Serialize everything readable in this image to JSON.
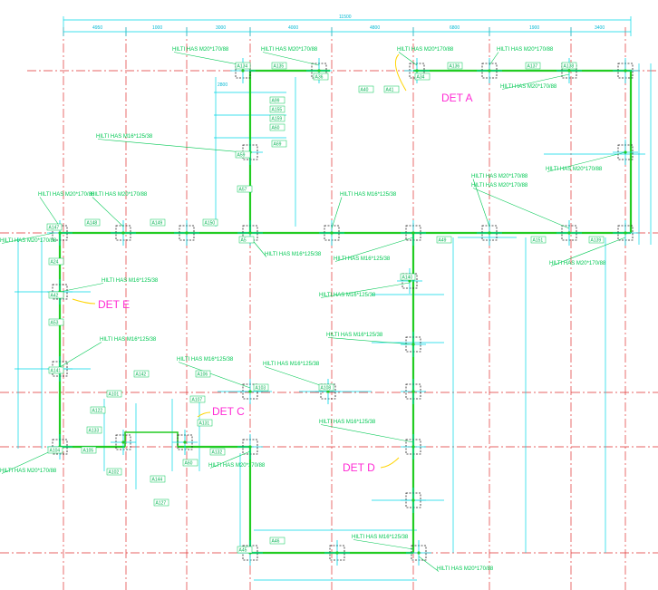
{
  "drawing": {
    "colors": {
      "grid": "#e03030",
      "wall": "#22cc22",
      "dimension": "#00d7e6",
      "note": "#00c853",
      "detail": "#ff2ad4",
      "anchor_box": "#222222",
      "background": "#ffffff"
    },
    "details": [
      {
        "id": "det-a",
        "label": "DET  A"
      },
      {
        "id": "det-c",
        "label": "DET  C"
      },
      {
        "id": "det-d",
        "label": "DET  D"
      },
      {
        "id": "det-e",
        "label": "DET  E"
      }
    ],
    "notes": [
      "HILTI HAS M20*170/88",
      "HILTI HAS M20*170/88",
      "HILTI HAS M20*170/88",
      "HILTI HAS M20*170/88",
      "HILTI HAS M16*125/38",
      "HILTI HAS M20*170/88",
      "HILTI HAS M20*170/88",
      "HILTI HAS M20*170/88",
      "HILTI HAS M16*125/38",
      "HILTI HAS M20*170/88",
      "HILTI HAS M16*125/38",
      "HILTI HAS M16*125/38",
      "HILTI HAS M20*170/88",
      "HILTI HAS M16*125/38",
      "HILTI HAS M16*125/38",
      "HILTI HAS M16*125/38",
      "HILTI HAS M16*125/38",
      "HILTI HAS M16*125/38",
      "HILTI HAS M16*125/38",
      "HILTI HAS M16*125/38",
      "HILTI HAS M20*170/88",
      "HILTI HAS M20*170/88",
      "HILTI HAS M20*170/88",
      "HILTI HAS M20*170/88",
      "HILTI HAS M20*170/88",
      "HILTI HAS M16*125/38",
      "HILTI HAS M20*170/88"
    ],
    "anchor_labels": [
      "A134",
      "A135",
      "A36",
      "A40",
      "A41",
      "A34",
      "A136",
      "A137",
      "A138",
      "A99",
      "A155",
      "A159",
      "A60",
      "A59",
      "A57",
      "A69",
      "A147",
      "A148",
      "A149",
      "A150",
      "A5",
      "A49",
      "A151",
      "A139",
      "A42",
      "A24",
      "A53",
      "A141",
      "A140",
      "A108",
      "A103",
      "A104",
      "A105",
      "A102",
      "A101",
      "A142",
      "A106",
      "A107",
      "A122",
      "A133",
      "A144",
      "A127",
      "A131",
      "A132",
      "A60",
      "A45",
      "A46"
    ],
    "dimensions": [
      "11500",
      "4950",
      "1000",
      "3000",
      "4000",
      "4800",
      "6800",
      "1900",
      "3400",
      "2800"
    ]
  }
}
